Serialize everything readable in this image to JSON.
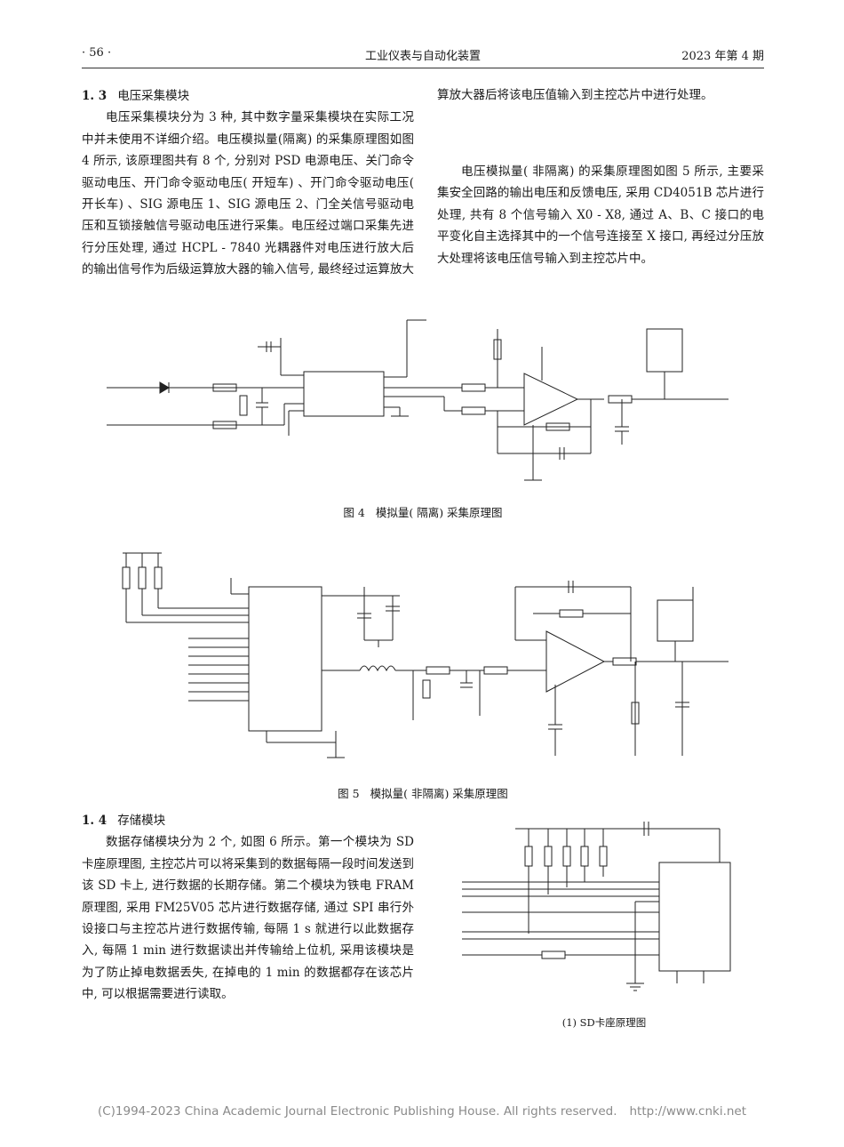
{
  "header": {
    "page_number": "· 56 ·",
    "journal": "工业仪表与自动化装置",
    "issue": "2023 年第 4 期"
  },
  "section_1_3": {
    "number": "1. 3",
    "title": "电压采集模块",
    "para1": "电压采集模块分为 3 种, 其中数字量采集模块在实际工况中并未使用不详细介绍。电压模拟量(隔离) 的采集原理图如图 4 所示, 该原理图共有 8 个, 分别对 PSD 电源电压、关门命令驱动电压、开门命令驱动电压( 开短车) 、开门命令驱动电压( 开长车) 、SIG 源电压 1、SIG 源电压 2、门全关信号驱动电压和互锁接触信号驱动电压进行采集。电压经过端口采集先进行分压处理, 通过 HCPL - 7840 光耦器件对电压进行放大后的输出信号作为后级运算放大器的输入信号, 最终经过运算放大器后将该电压值输入到主控芯片中进行处理。",
    "para2": "电压模拟量( 非隔离) 的采集原理图如图 5 所示, 主要采集安全回路的输出电压和反馈电压, 采用 CD4051B 芯片进行处理, 共有 8 个信号输入 X0 - X8, 通过 A、B、C 接口的电平变化自主选择其中的一个信号连接至 X 接口, 再经过分压放大处理将该电压信号输入到主控芯片中。"
  },
  "figure4": {
    "number": "图 4",
    "caption": "模拟量( 隔离) 采集原理图"
  },
  "figure5": {
    "number": "图 5",
    "caption": "模拟量( 非隔离) 采集原理图"
  },
  "section_1_4": {
    "number": "1. 4",
    "title": "存储模块",
    "para1": "数据存储模块分为 2 个, 如图 6 所示。第一个模块为 SD 卡座原理图, 主控芯片可以将采集到的数据每隔一段时间发送到该 SD 卡上, 进行数据的长期存储。第二个模块为铁电 FRAM 原理图, 采用 FM25V05 芯片进行数据存储, 通过 SPI 串行外设接口与主控芯片进行数据传输, 每隔 1 s 就进行以此数据存入, 每隔 1 min 进行数据读出并传输给上位机, 采用该模块是为了防止掉电数据丢失, 在掉电的 1 min 的数据都存在该芯片中, 可以根据需要进行读取。"
  },
  "figure6a": {
    "caption": "(1) SD卡座原理图"
  },
  "footer": {
    "copyright": "(C)1994-2023 China Academic Journal Electronic Publishing House. All rights reserved.",
    "url": "http://www.cnki.net"
  }
}
